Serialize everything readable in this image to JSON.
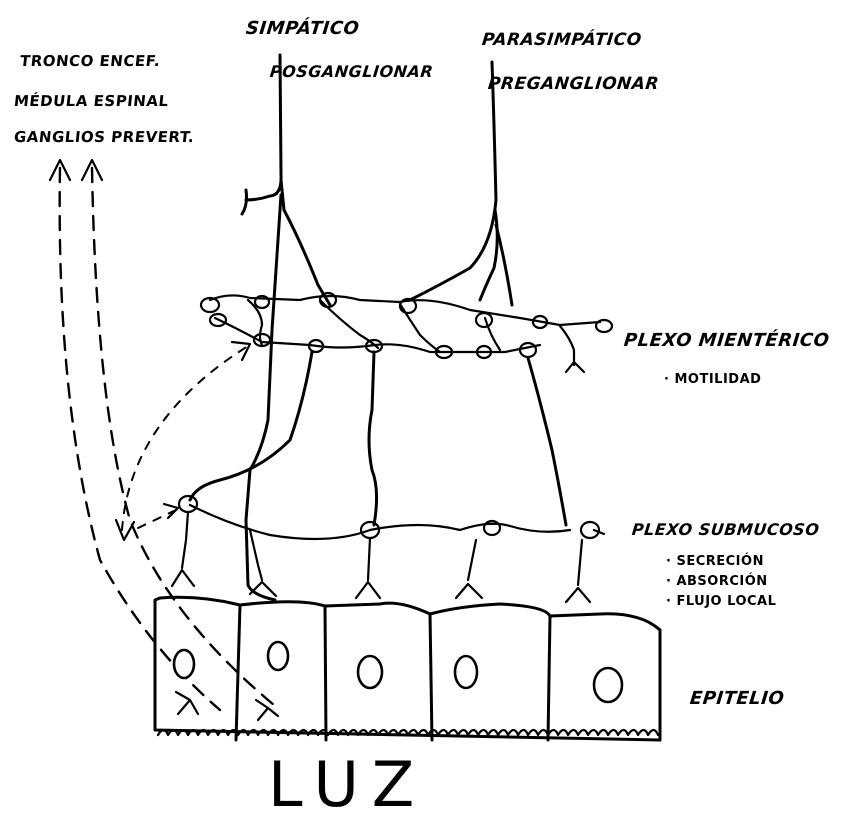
{
  "labels": {
    "simpatico_line1": "SIMPÁTICO",
    "simpatico_line2": "POSGANGLIONAR",
    "parasimpatico_line1": "PARASIMPÁTICO",
    "parasimpatico_line2": "PREGANGLIONAR",
    "tronco": "TRONCO ENCEF.",
    "medula": "MÉDULA ESPINAL",
    "ganglios": "GANGLIOS PREVERT.",
    "plexo_mienterico": "PLEXO MIENTÉRICO",
    "plexo_mienterico_fn": "· MOTILIDAD",
    "plexo_submucoso": "PLEXO SUBMUCOSO",
    "plexo_submucoso_fn1": "· SECRECIÓN",
    "plexo_submucoso_fn2": "· ABSORCIÓN",
    "plexo_submucoso_fn3": "· FLUJO LOCAL",
    "epitelio": "EPITELIO",
    "luz": "LUZ"
  }
}
